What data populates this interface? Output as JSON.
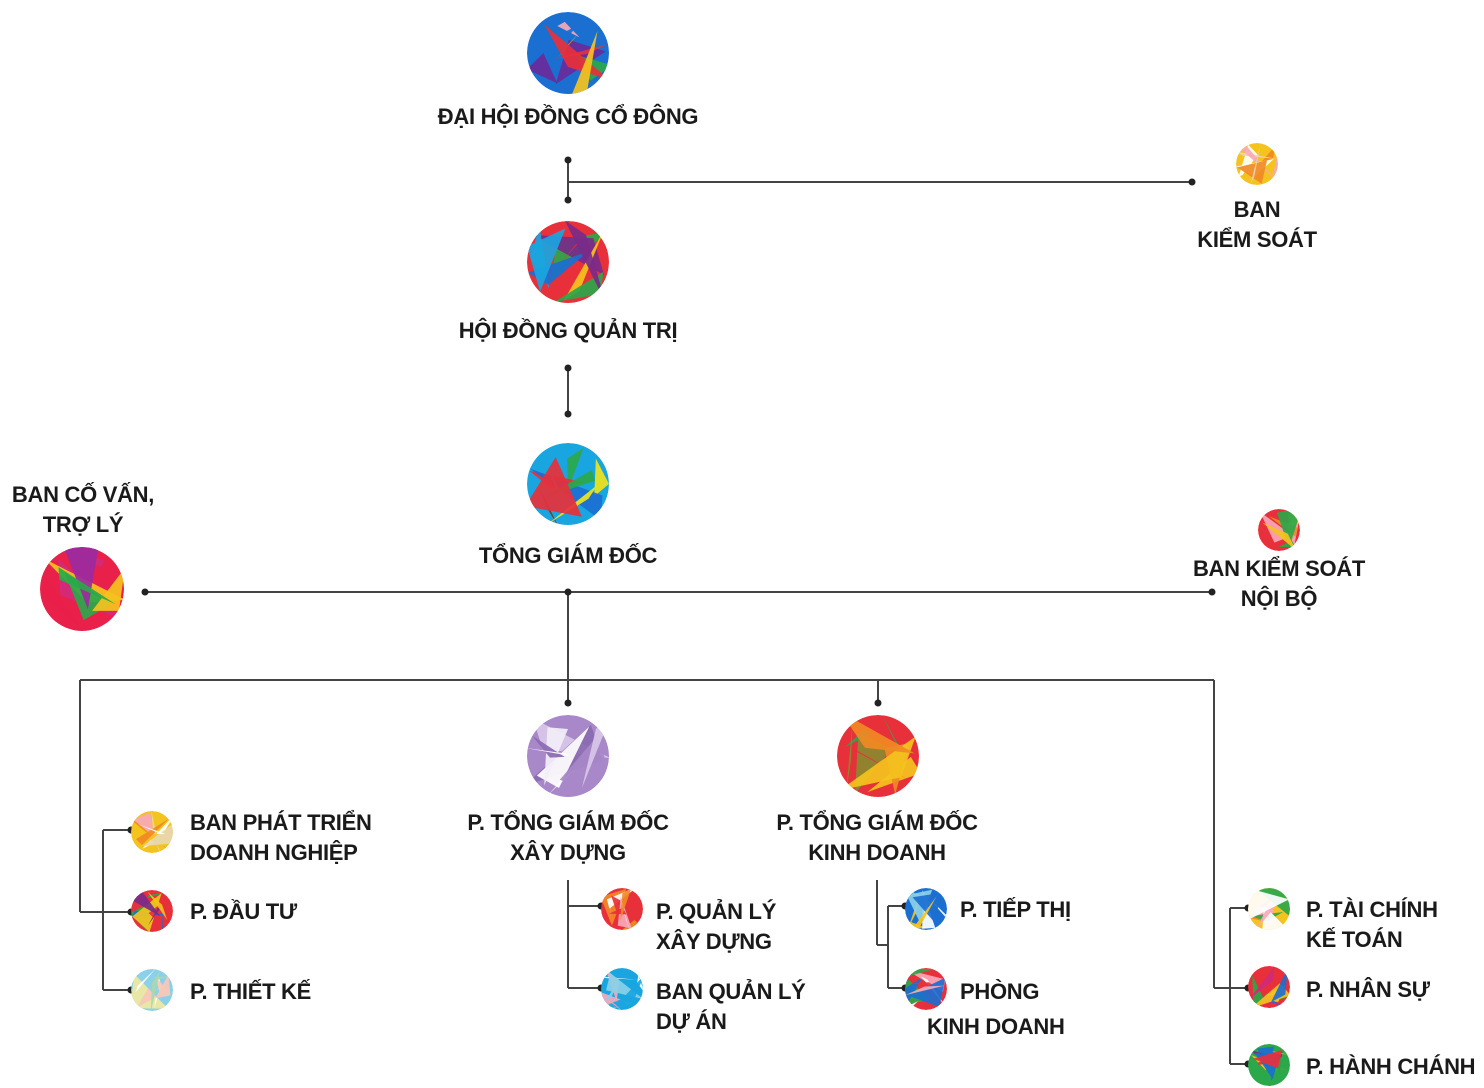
{
  "nodes": {
    "shareholders": {
      "label": "ĐẠI HỘI ĐỒNG CỔ ĐÔNG",
      "colors": [
        "#1b6fd1",
        "#6a2a9a",
        "#e8303a",
        "#f4c31d",
        "#2aa84a",
        "#f7a8b8"
      ]
    },
    "supervisory_board": {
      "line1": "BAN",
      "line2": "KIỂM SOÁT",
      "colors": [
        "#f4c31d",
        "#f7a8b8",
        "#ffffff",
        "#f08a24",
        "#e8d7b0"
      ]
    },
    "board_of_directors": {
      "label": "HỘI ĐỒNG QUẢN TRỊ",
      "colors": [
        "#e8303a",
        "#2aa84a",
        "#7a2a8a",
        "#19a6e0",
        "#f4c31d",
        "#1b6fd1"
      ]
    },
    "ceo": {
      "label": "TỔNG GIÁM ĐỐC",
      "colors": [
        "#19a6e0",
        "#f0e41a",
        "#2aa84a",
        "#e8303a",
        "#1b6fd1",
        "#7a3a1a"
      ]
    },
    "advisors": {
      "line1": "BAN CỐ VẤN,",
      "line2": "TRỢ LÝ",
      "colors": [
        "#e8204a",
        "#d02a7a",
        "#9a2aa0",
        "#f4c31d",
        "#2aa84a"
      ]
    },
    "internal_control": {
      "line1": "BAN KIỂM SOÁT",
      "line2": "NỘI BỘ",
      "colors": [
        "#e8303a",
        "#f08a24",
        "#f7a8b8",
        "#2aa84a",
        "#f4c31d"
      ]
    },
    "dep_ceo_construction": {
      "line1": "P. TỔNG GIÁM ĐỐC",
      "line2": "XÂY DỰNG",
      "colors": [
        "#a888c8",
        "#d8c8e8",
        "#f2eef8",
        "#8a6ab0",
        "#ffffff"
      ]
    },
    "dep_ceo_business": {
      "line1": "P. TỔNG GIÁM ĐỐC",
      "line2": "KINH DOANH",
      "colors": [
        "#e8303a",
        "#2aa84a",
        "#f4c31d",
        "#8a8a30",
        "#f08a24"
      ]
    },
    "business_dev": {
      "line1": "BAN PHÁT TRIỂN",
      "line2": "DOANH NGHIỆP",
      "colors": [
        "#f4c31d",
        "#f08a24",
        "#f7a8b8",
        "#e8d7b0",
        "#ffffff"
      ]
    },
    "investment": {
      "label": "P. ĐẦU TƯ",
      "colors": [
        "#e8303a",
        "#2aa84a",
        "#1b6fd1",
        "#f4c31d",
        "#7a2a8a"
      ]
    },
    "design": {
      "label": "P. THIẾT KẾ",
      "colors": [
        "#8ad0e8",
        "#f0e8a0",
        "#ffffff",
        "#a8d8b0",
        "#f7c8b8"
      ]
    },
    "construction_mgmt": {
      "line1": "P. QUẢN LÝ",
      "line2": "XÂY DỰNG",
      "colors": [
        "#e8303a",
        "#f08a24",
        "#f7a8b8",
        "#ffffff"
      ]
    },
    "project_mgmt": {
      "line1": "BAN QUẢN LÝ",
      "line2": "DỰ ÁN",
      "colors": [
        "#19a6e0",
        "#f7a8b8",
        "#ffffff",
        "#8ad0e8"
      ]
    },
    "marketing": {
      "label": "P. TIẾP THỊ",
      "colors": [
        "#1b6fd1",
        "#f4c31d",
        "#ffffff",
        "#8ad0e8"
      ]
    },
    "business_dept": {
      "line1": "PHÒNG",
      "line2": "KINH DOANH",
      "colors": [
        "#e8303a",
        "#2aa84a",
        "#1b6fd1",
        "#f7a8b8",
        "#ffffff"
      ]
    },
    "finance": {
      "line1": "P. TÀI CHÍNH",
      "line2": "KẾ TOÁN",
      "colors": [
        "#f4c31d",
        "#f08a24",
        "#f7a8b8",
        "#2aa84a",
        "#ffffff"
      ]
    },
    "hr": {
      "label": "P. NHÂN SỰ",
      "colors": [
        "#e8303a",
        "#2aa84a",
        "#d02a7a",
        "#f4c31d",
        "#1b6fd1"
      ]
    },
    "admin": {
      "label": "P. HÀNH CHÁNH",
      "colors": [
        "#2aa84a",
        "#f4c31d",
        "#7a2a8a",
        "#1b6fd1",
        "#e8303a"
      ]
    }
  },
  "line_color": "#444444"
}
